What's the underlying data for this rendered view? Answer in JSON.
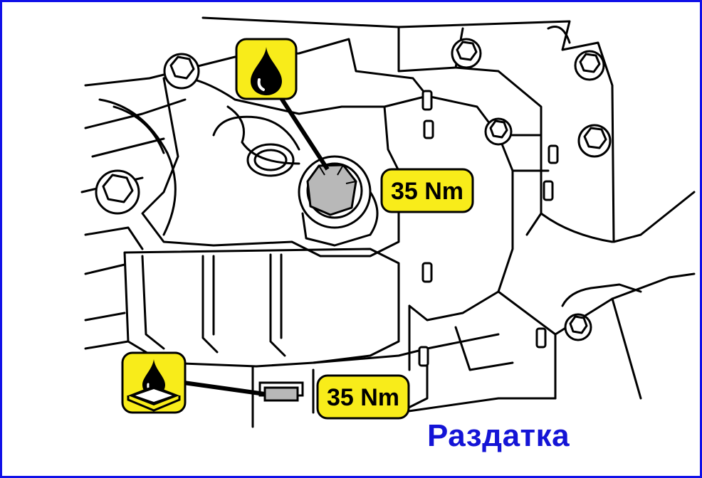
{
  "diagram": {
    "colors": {
      "frame": "#1010e8",
      "badge_fill": "#f8ec1a",
      "caption": "#1414d6",
      "line": "#000000",
      "plug_fill": "#b8b8b8"
    },
    "torque_labels": {
      "fill_plug": "35 Nm",
      "drain_plug": "35 Nm"
    },
    "icons": {
      "fill_plug_icon": "oil-drop-icon",
      "drain_plug_icon": "oil-drain-pan-icon"
    },
    "caption": "Раздатка"
  }
}
